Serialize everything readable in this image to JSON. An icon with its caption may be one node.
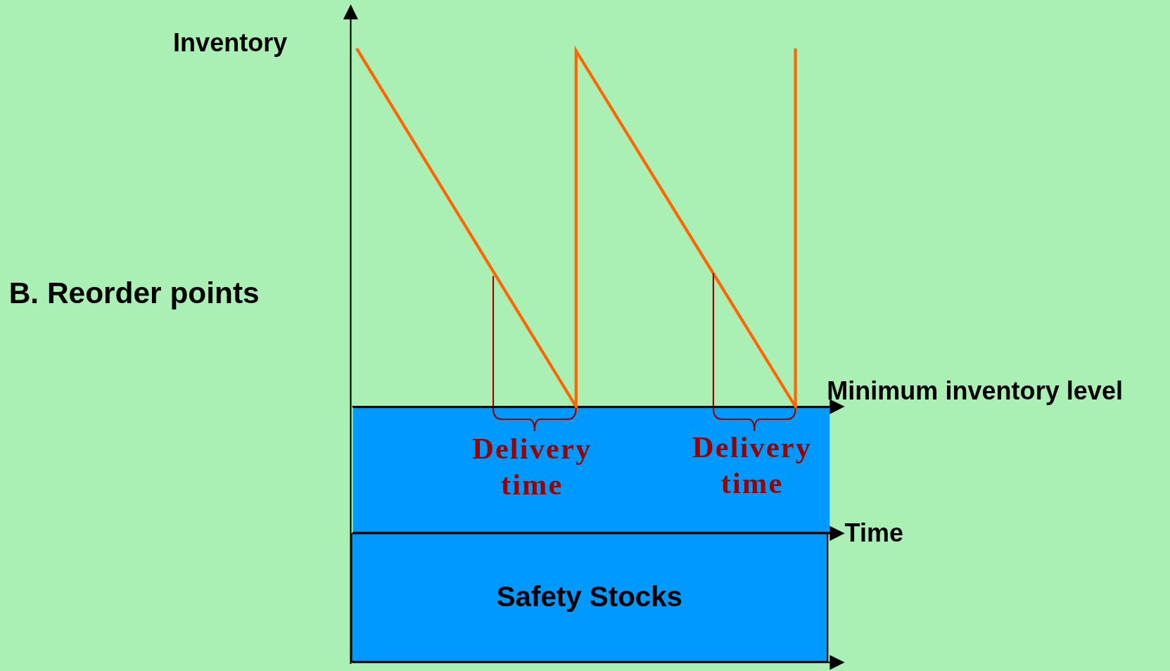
{
  "diagram": {
    "title": "B. Reorder points",
    "nodes": [
      {
        "text": [
          "Safety Stocks"
        ]
      }
    ],
    "edges": [],
    "labels": [
      "Inventory",
      "Minimum inventory level",
      "Delivery time",
      "Delivery time",
      "Time"
    ]
  }
}
